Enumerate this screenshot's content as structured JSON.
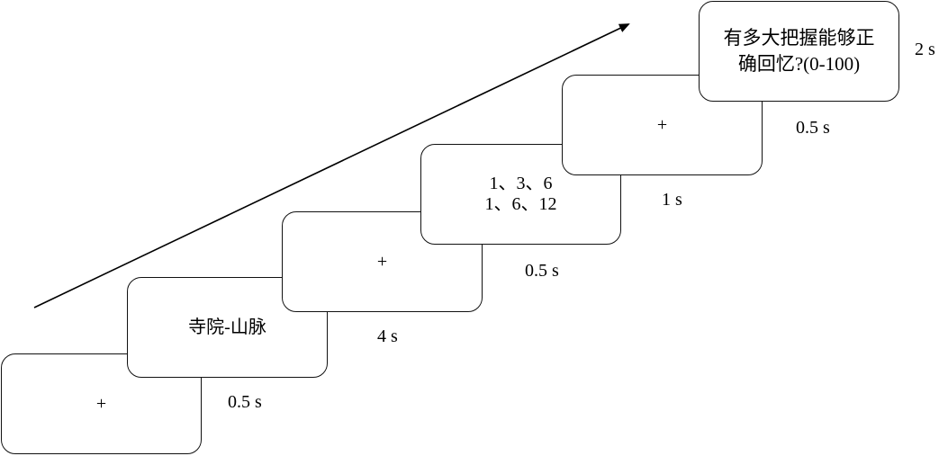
{
  "diagram": {
    "type": "trial-sequence",
    "direction_arrow": "time",
    "screens": [
      {
        "id": "fixation-1",
        "content": "+",
        "duration": "0.5 s"
      },
      {
        "id": "word-pair",
        "content": "寺院-山脉",
        "duration": "4 s"
      },
      {
        "id": "fixation-2",
        "content": "+",
        "duration": "0.5 s"
      },
      {
        "id": "number-task",
        "lines": [
          "1、3、6",
          "1、6、12"
        ],
        "duration": "1 s"
      },
      {
        "id": "fixation-3",
        "content": "+",
        "duration": "0.5 s"
      },
      {
        "id": "confidence-judgment",
        "lines": [
          "有多大把握能够正",
          "确回忆?(0-100)"
        ],
        "duration": "2 s"
      }
    ]
  }
}
